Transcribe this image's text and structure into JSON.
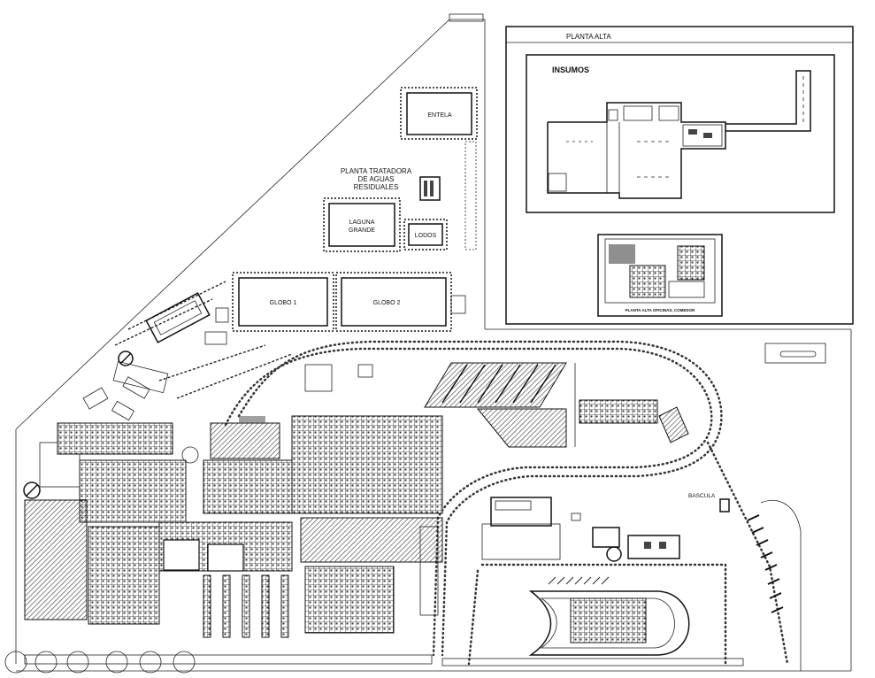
{
  "insert": {
    "title": "PLANTA ALTA",
    "section": "INSUMOS",
    "small_plan_caption": "PLANTA ALTA OFICINAS, COMEDOR"
  },
  "site": {
    "labels": {
      "entela": "ENTELA",
      "planta_tratadora_1": "PLANTA TRATADORA",
      "planta_tratadora_2": "DE AGUAS",
      "planta_tratadora_3": "RESIDUALES",
      "laguna_1": "LAGUNA",
      "laguna_2": "GRANDE",
      "lodos": "LODOS",
      "globo1": "GLOBO 1",
      "globo2": "GLOBO 2",
      "bascula": "BASCULA"
    }
  }
}
